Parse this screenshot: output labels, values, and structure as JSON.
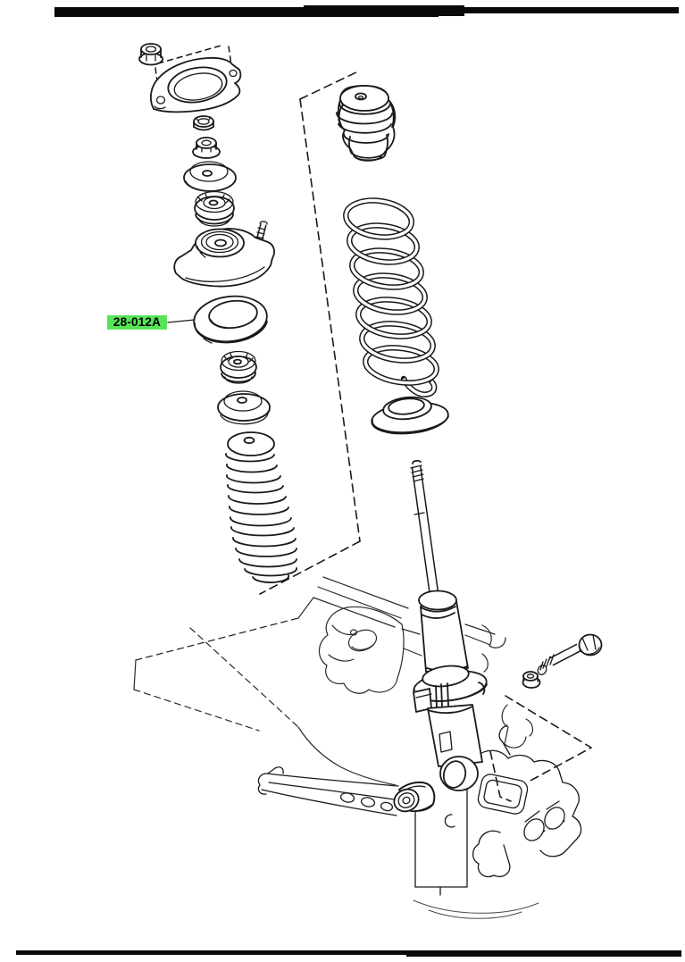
{
  "page": {
    "background": "#ffffff",
    "top_rule_color": "#0a0a0a",
    "bottom_rule_color": "#0a0a0a"
  },
  "callout": {
    "part_number": "28-012A",
    "highlight_color": "#57e457",
    "text_color": "#000000"
  },
  "drawing": {
    "ink_color": "#1a1a1a",
    "kind": "exploded parts illustration",
    "subject": "rear shock absorber, coil spring and mounting parts"
  }
}
